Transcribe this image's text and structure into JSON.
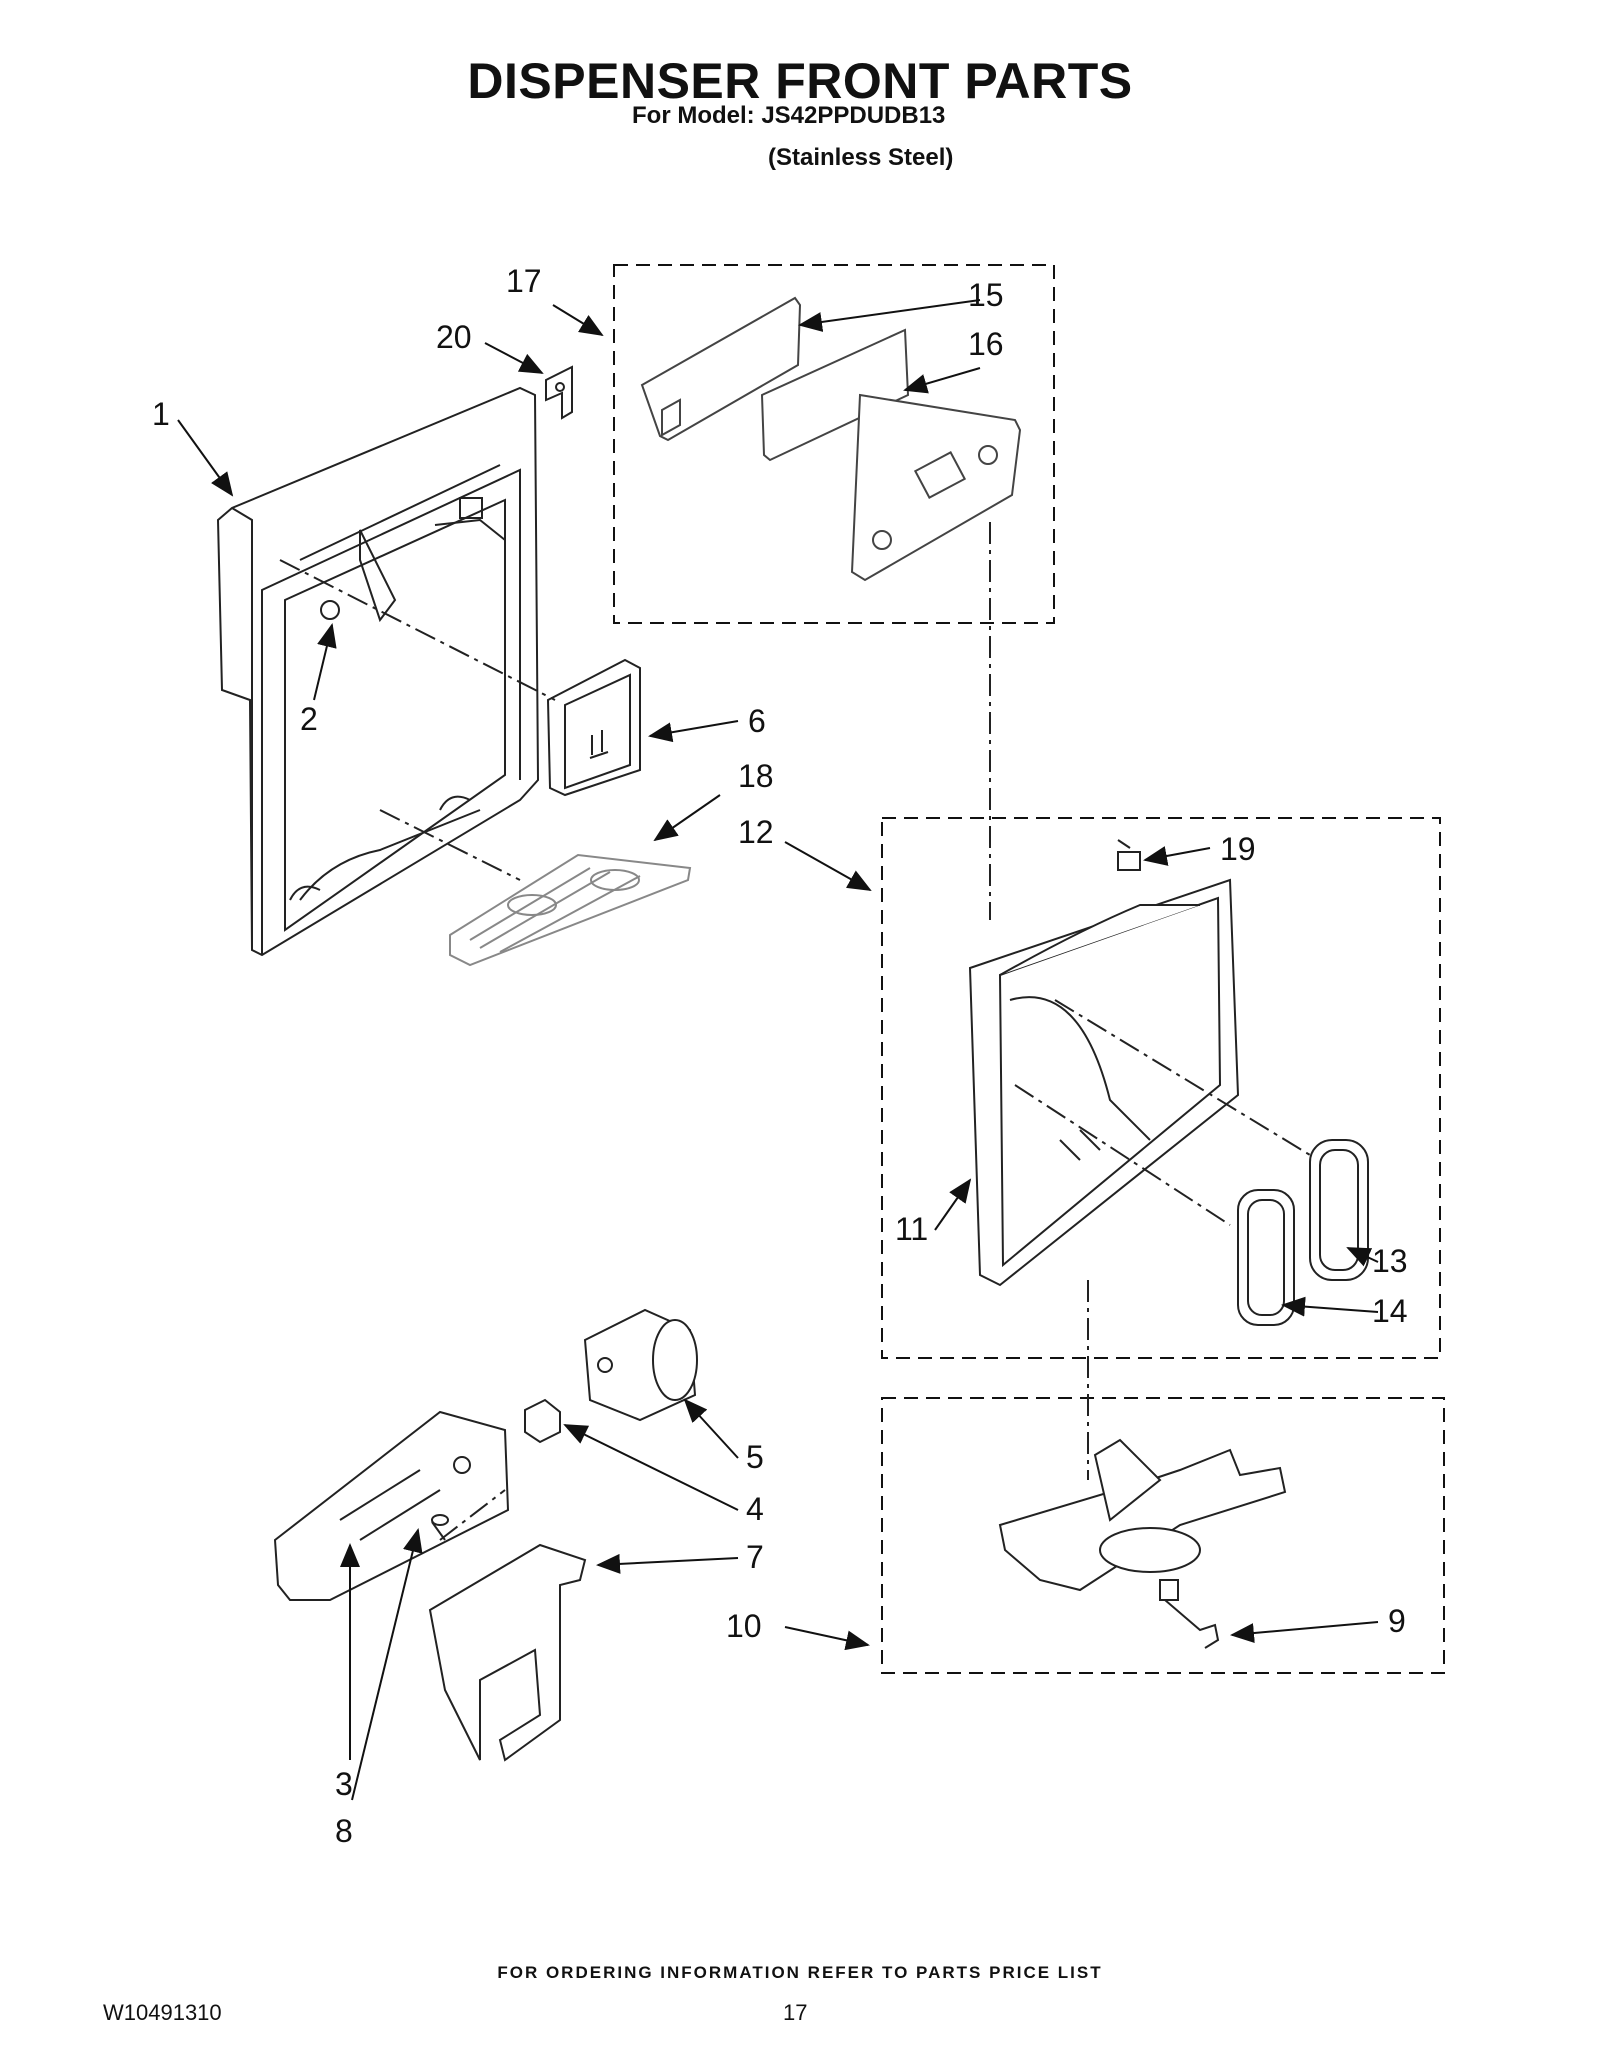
{
  "header": {
    "title": "DISPENSER FRONT PARTS",
    "model_line": "For Model: JS42PPDUDB13",
    "finish_line": "(Stainless Steel)"
  },
  "callouts": {
    "c1": "1",
    "c2": "2",
    "c3": "3",
    "c4": "4",
    "c5": "5",
    "c6": "6",
    "c7": "7",
    "c8": "8",
    "c9": "9",
    "c10": "10",
    "c11": "11",
    "c12": "12",
    "c13": "13",
    "c14": "14",
    "c15": "15",
    "c16": "16",
    "c17": "17",
    "c18": "18",
    "c19": "19",
    "c20": "20"
  },
  "footer": {
    "ordering_note": "FOR ORDERING INFORMATION REFER TO PARTS PRICE LIST",
    "doc_number": "W10491310",
    "page_number": "17"
  }
}
